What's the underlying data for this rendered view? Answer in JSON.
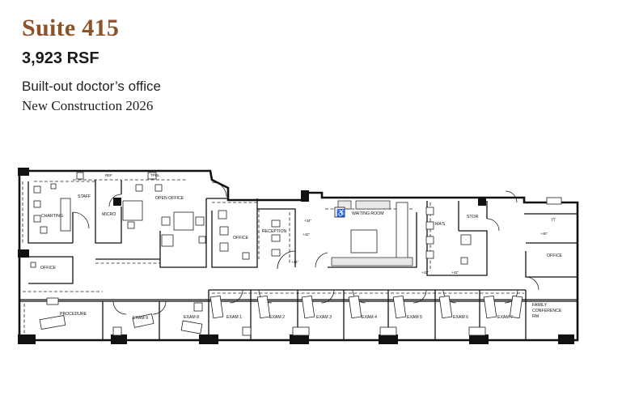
{
  "header": {
    "title": "Suite 415",
    "size": "3,923 RSF",
    "description": "Built-out doctor’s office",
    "note": "New Construction 2026"
  },
  "plan": {
    "rooms": {
      "staff": "STAFF",
      "charting": "CHARTING",
      "micro": "MICRO",
      "open_office": "OPEN OFFICE",
      "office_left": "OFFICE",
      "office_center": "OFFICE",
      "reception": "RECEPTION",
      "waiting_room": "WAITING ROOM",
      "mas": "MA'S",
      "stor": "STOR",
      "it": "IT",
      "office_right": "OFFICE",
      "procedure": "PROCEDURE",
      "exam9": "EXAM 9",
      "exam8": "EXAM 8",
      "exam1": "EXAM 1",
      "exam2": "EXAM 2",
      "exam3": "EXAM 3",
      "exam4": "EXAM 4",
      "exam5": "EXAM 5",
      "exam6": "EXAM 6",
      "exam7": "EXAM 7",
      "family_l1": "FAMILY",
      "family_l2": "CONFERENCE",
      "family_l3": "RM"
    },
    "labels": {
      "ref": "REF",
      "top_label": "TPOL",
      "dim34": "+34\"",
      "dim42a": "+42\"",
      "dim42b": "+42\"",
      "dim42c": "+42\"",
      "dim42d": "+42\"",
      "dim40": "+40\""
    }
  }
}
